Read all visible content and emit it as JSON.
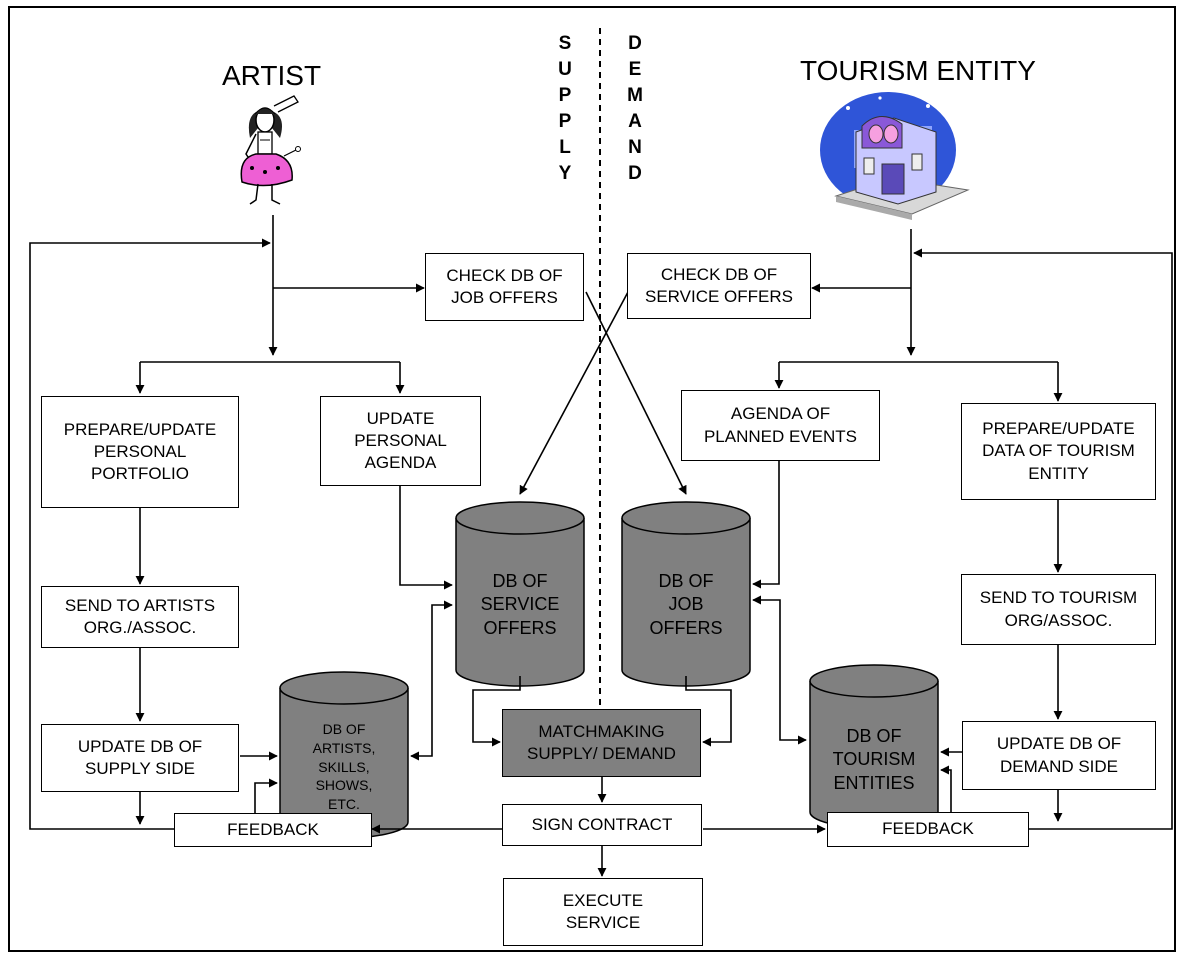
{
  "headings": {
    "artist": "ARTIST",
    "tourism_entity": "TOURISM ENTITY"
  },
  "divider": {
    "supply": [
      "S",
      "U",
      "P",
      "P",
      "L",
      "Y"
    ],
    "demand": [
      "D",
      "E",
      "M",
      "A",
      "N",
      "D"
    ]
  },
  "boxes": {
    "check_job_offers": "CHECK DB OF\nJOB OFFERS",
    "check_service_offers": "CHECK DB OF\nSERVICE OFFERS",
    "prepare_portfolio": "PREPARE/UPDATE\nPERSONAL\nPORTFOLIO",
    "update_agenda": "UPDATE\nPERSONAL\nAGENDA",
    "agenda_events": "AGENDA OF\nPLANNED EVENTS",
    "prepare_entity": "PREPARE/UPDATE\nDATA OF TOURISM\nENTITY",
    "send_artists": "SEND TO ARTISTS\nORG./ASSOC.",
    "send_tourism": "SEND TO TOURISM\nORG/ASSOC.",
    "update_supply": "UPDATE DB OF\nSUPPLY SIDE",
    "update_demand": "UPDATE DB OF\nDEMAND SIDE",
    "matchmaking": "MATCHMAKING\nSUPPLY/ DEMAND",
    "sign_contract": "SIGN CONTRACT",
    "execute_service": "EXECUTE\nSERVICE",
    "feedback_left": "FEEDBACK",
    "feedback_right": "FEEDBACK"
  },
  "databases": {
    "service_offers": "DB OF\nSERVICE\nOFFERS",
    "job_offers": "DB OF\nJOB\nOFFERS",
    "artists": "DB OF\nARTISTS,\nSKILLS,\nSHOWS,\nETC.",
    "tourism_entities": "DB OF\nTOURISM\nENTITIES"
  },
  "icons": {
    "artist": "dancer-clipart-icon",
    "tourism_entity": "theater-building-icon"
  },
  "colors": {
    "database_fill": "#808080",
    "matchmaking_fill": "#808080",
    "line": "#000000"
  }
}
